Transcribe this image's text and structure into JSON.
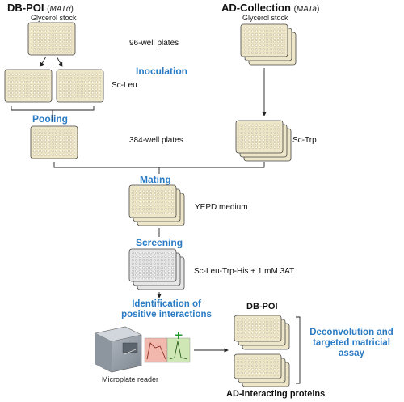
{
  "headers": {
    "left_title": "DB-POI",
    "left_mat": "MATα",
    "right_title": "AD-Collection",
    "right_mat": "MATa"
  },
  "labels": {
    "glycerol_left": "Glycerol stock",
    "glycerol_right": "Glycerol stock",
    "plates96": "96-well plates",
    "plates384": "384-well plates",
    "sc_leu": "Sc-Leu",
    "sc_trp": "Sc-Trp",
    "yepd": "YEPD medium",
    "selection": "Sc-Leu-Trp-His + 1 mM 3AT",
    "microplate_reader": "Microplate reader",
    "db_poi_result": "DB-POI",
    "ad_interacting": "AD-interacting proteins"
  },
  "steps": {
    "inoculation": "Inoculation",
    "pooling": "Pooling",
    "mating": "Mating",
    "screening": "Screening",
    "identification": "Identification of positive interactions",
    "deconvolution": "Deconvolution and targeted matricial assay"
  },
  "colors": {
    "accent": "#2a7bc4",
    "plate_fill": "#e9e2c7",
    "screen_plate_fill": "#e6e6e6"
  }
}
